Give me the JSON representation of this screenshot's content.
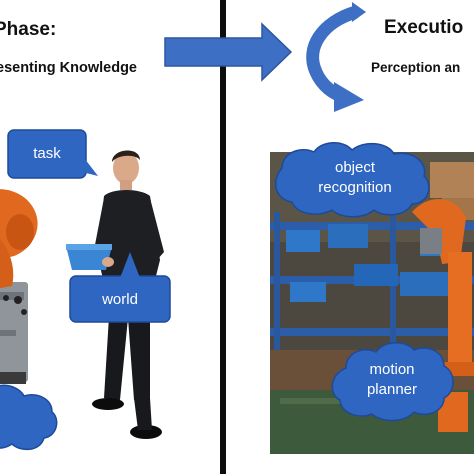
{
  "left_phase": {
    "title": "Phase:",
    "subtitle": "esenting Knowledge"
  },
  "right_phase": {
    "title": "Executio",
    "subtitle": "Perception an"
  },
  "callouts": {
    "task": "task",
    "world": "world",
    "object_recognition": "object recognition",
    "motion_planner": "motion planner"
  },
  "colors": {
    "arrow_blue": "#3d6fc4",
    "callout_blue": "#2f66c1",
    "robot_orange": "#e0691f",
    "divider": "#0d0d0d"
  }
}
